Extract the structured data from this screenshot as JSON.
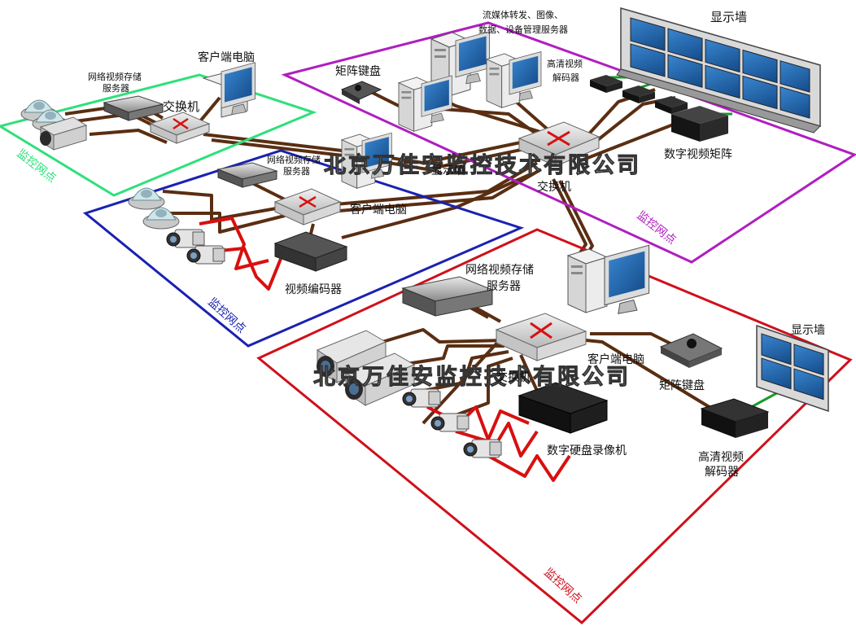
{
  "labels": {
    "display_wall_main": "显示墙",
    "streaming_server": "流媒体转发、图像、",
    "streaming_server_2": "数据、设备管理服务器",
    "matrix_keyboard_top": "矩阵键盘",
    "hd_decoder_top": "高清视频",
    "hd_decoder_top_2": "解码器",
    "digital_matrix": "数字视频矩阵",
    "switch_center": "交换机",
    "display_wall_center": "显示墙",
    "client_pc_green": "客户端电脑",
    "nvs_green": "网络视频存储",
    "nvs_green_2": "服务器",
    "switch_green": "交换机",
    "nvs_blue": "网络视频存储",
    "nvs_blue_2": "服务器",
    "client_pc_blue": "客户端电脑",
    "video_encoder": "视频编码器",
    "nvs_red": "网络视频存储",
    "nvs_red_2": "服务器",
    "client_pc_red": "客户端电脑",
    "switch_red": "交换机",
    "matrix_keyboard_red": "矩阵键盘",
    "dvr": "数字硬盘录像机",
    "hd_decoder_red": "高清视频",
    "hd_decoder_red_2": "解码器",
    "display_wall_red": "显示墙"
  },
  "zones": {
    "green": "监控网点",
    "blue": "监控网点",
    "purple": "监控网点",
    "red": "监控网点"
  },
  "watermark_1": "北京万佳安监控技术有限公司",
  "watermark_2": "北京万佳安监控技术有限公司",
  "colors": {
    "zone_green": "#2ee07a",
    "zone_blue": "#1a22b0",
    "zone_purple": "#b01ec0",
    "zone_red": "#d0101a",
    "cable_brown": "#5a2e12",
    "cable_red": "#d81010",
    "cable_green": "#1a9a2a",
    "screen_blue": "#1f5fa8"
  }
}
